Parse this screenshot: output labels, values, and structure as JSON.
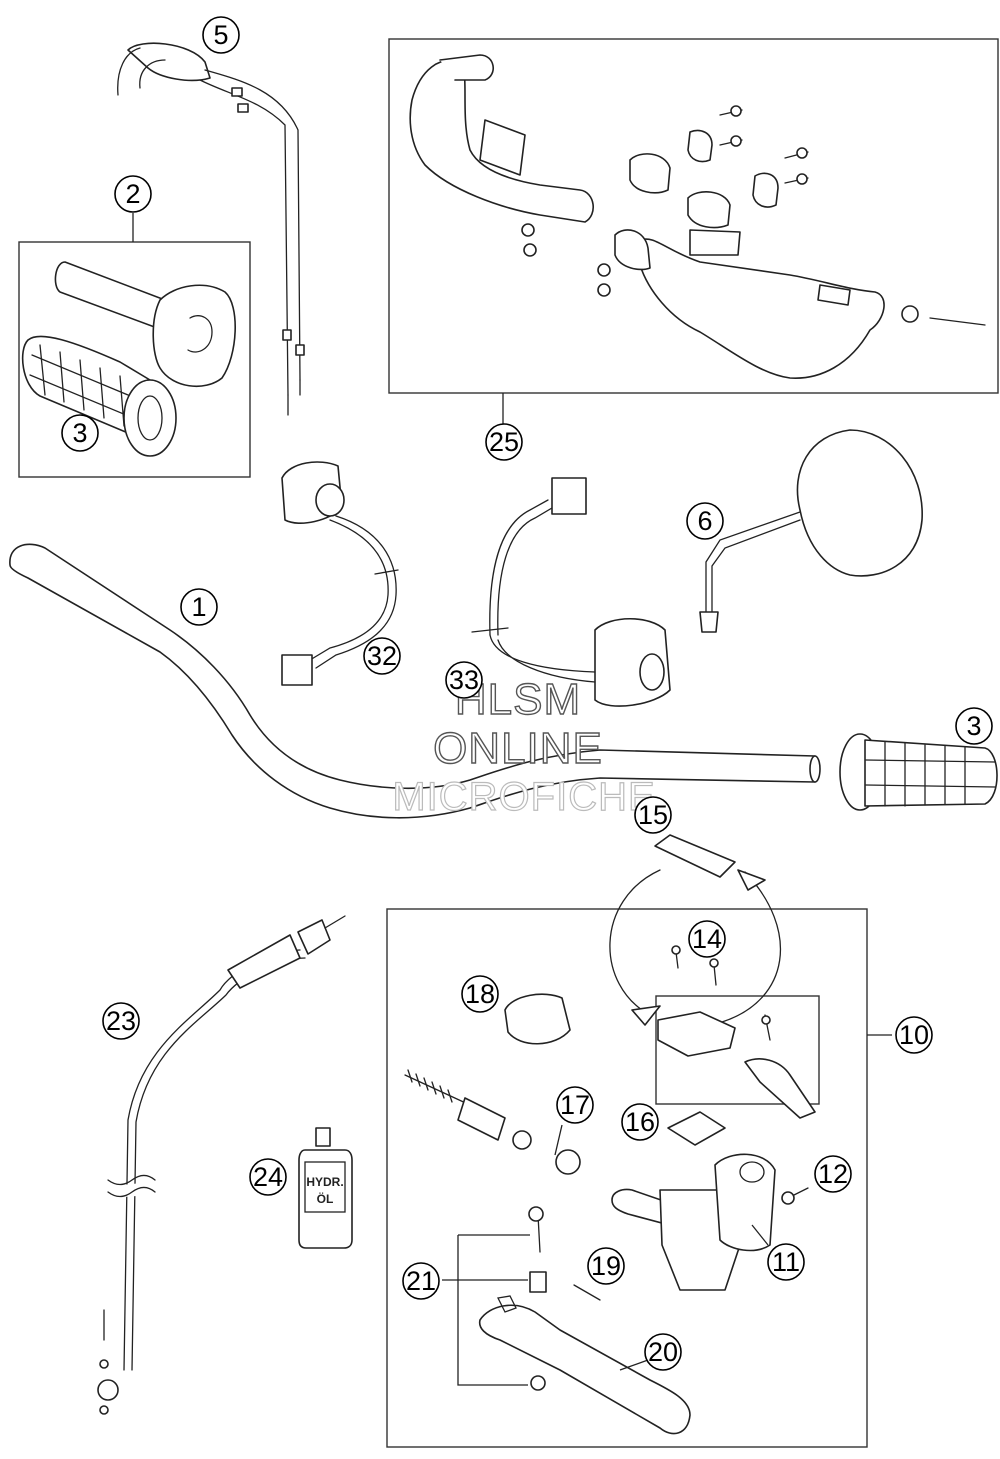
{
  "callouts": [
    {
      "id": "c1",
      "label": "1"
    },
    {
      "id": "c2",
      "label": "2"
    },
    {
      "id": "c3a",
      "label": "3"
    },
    {
      "id": "c3b",
      "label": "3"
    },
    {
      "id": "c5",
      "label": "5"
    },
    {
      "id": "c6",
      "label": "6"
    },
    {
      "id": "c10",
      "label": "10"
    },
    {
      "id": "c11",
      "label": "11"
    },
    {
      "id": "c12",
      "label": "12"
    },
    {
      "id": "c14",
      "label": "14"
    },
    {
      "id": "c15",
      "label": "15"
    },
    {
      "id": "c16",
      "label": "16"
    },
    {
      "id": "c17",
      "label": "17"
    },
    {
      "id": "c18",
      "label": "18"
    },
    {
      "id": "c19",
      "label": "19"
    },
    {
      "id": "c20",
      "label": "20"
    },
    {
      "id": "c21",
      "label": "21"
    },
    {
      "id": "c23",
      "label": "23"
    },
    {
      "id": "c24",
      "label": "24"
    },
    {
      "id": "c25",
      "label": "25"
    },
    {
      "id": "c32",
      "label": "32"
    },
    {
      "id": "c33",
      "label": "33"
    }
  ],
  "watermark": {
    "line1": "HLSM",
    "line2": "ONLINE",
    "line3": "MICROFICHE"
  },
  "bottle_label": {
    "line1": "HYDR.",
    "line2": "ÖL"
  },
  "colors": {
    "line": "#222222",
    "background": "#ffffff"
  }
}
